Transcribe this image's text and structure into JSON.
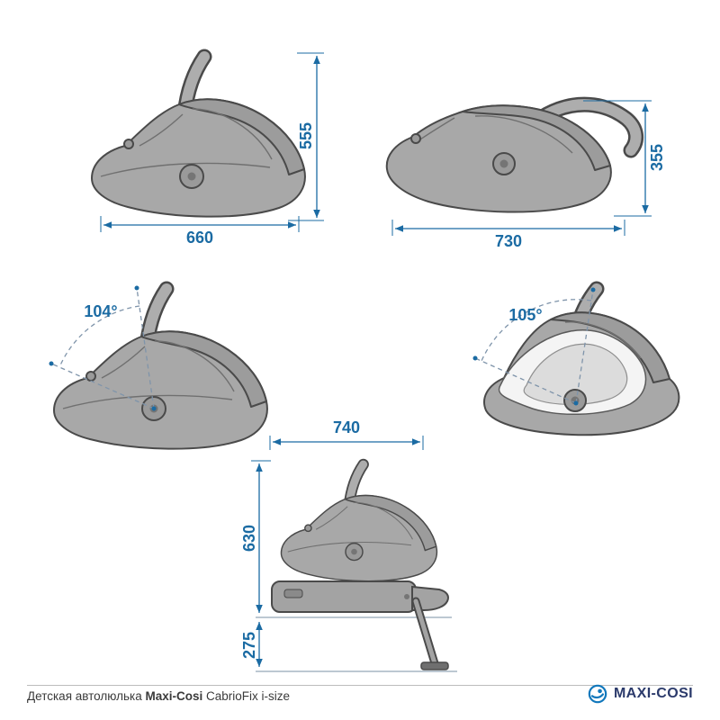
{
  "dimensions": {
    "handle_up_view": {
      "width": "660",
      "height": "555"
    },
    "handle_rear_view": {
      "width": "730",
      "height": "355"
    },
    "front_angle_view": {
      "angle": "104°"
    },
    "rear_angle_view": {
      "angle": "105°"
    },
    "base_view": {
      "width": "740",
      "upper_height": "630",
      "lower_height": "275"
    }
  },
  "footer": {
    "caption_prefix": "Детская автолюлька",
    "caption_brand": "Maxi-Cosi",
    "caption_model": "CabrioFix i-size",
    "logo_text": "MAXI-COSI"
  },
  "colors": {
    "dimension_blue": "#1b6ba3",
    "seat_grey": "#a8a8a8",
    "seat_outline": "#4a4a4a",
    "logo_navy": "#2b3a6b",
    "logo_blue": "#1278bc"
  }
}
